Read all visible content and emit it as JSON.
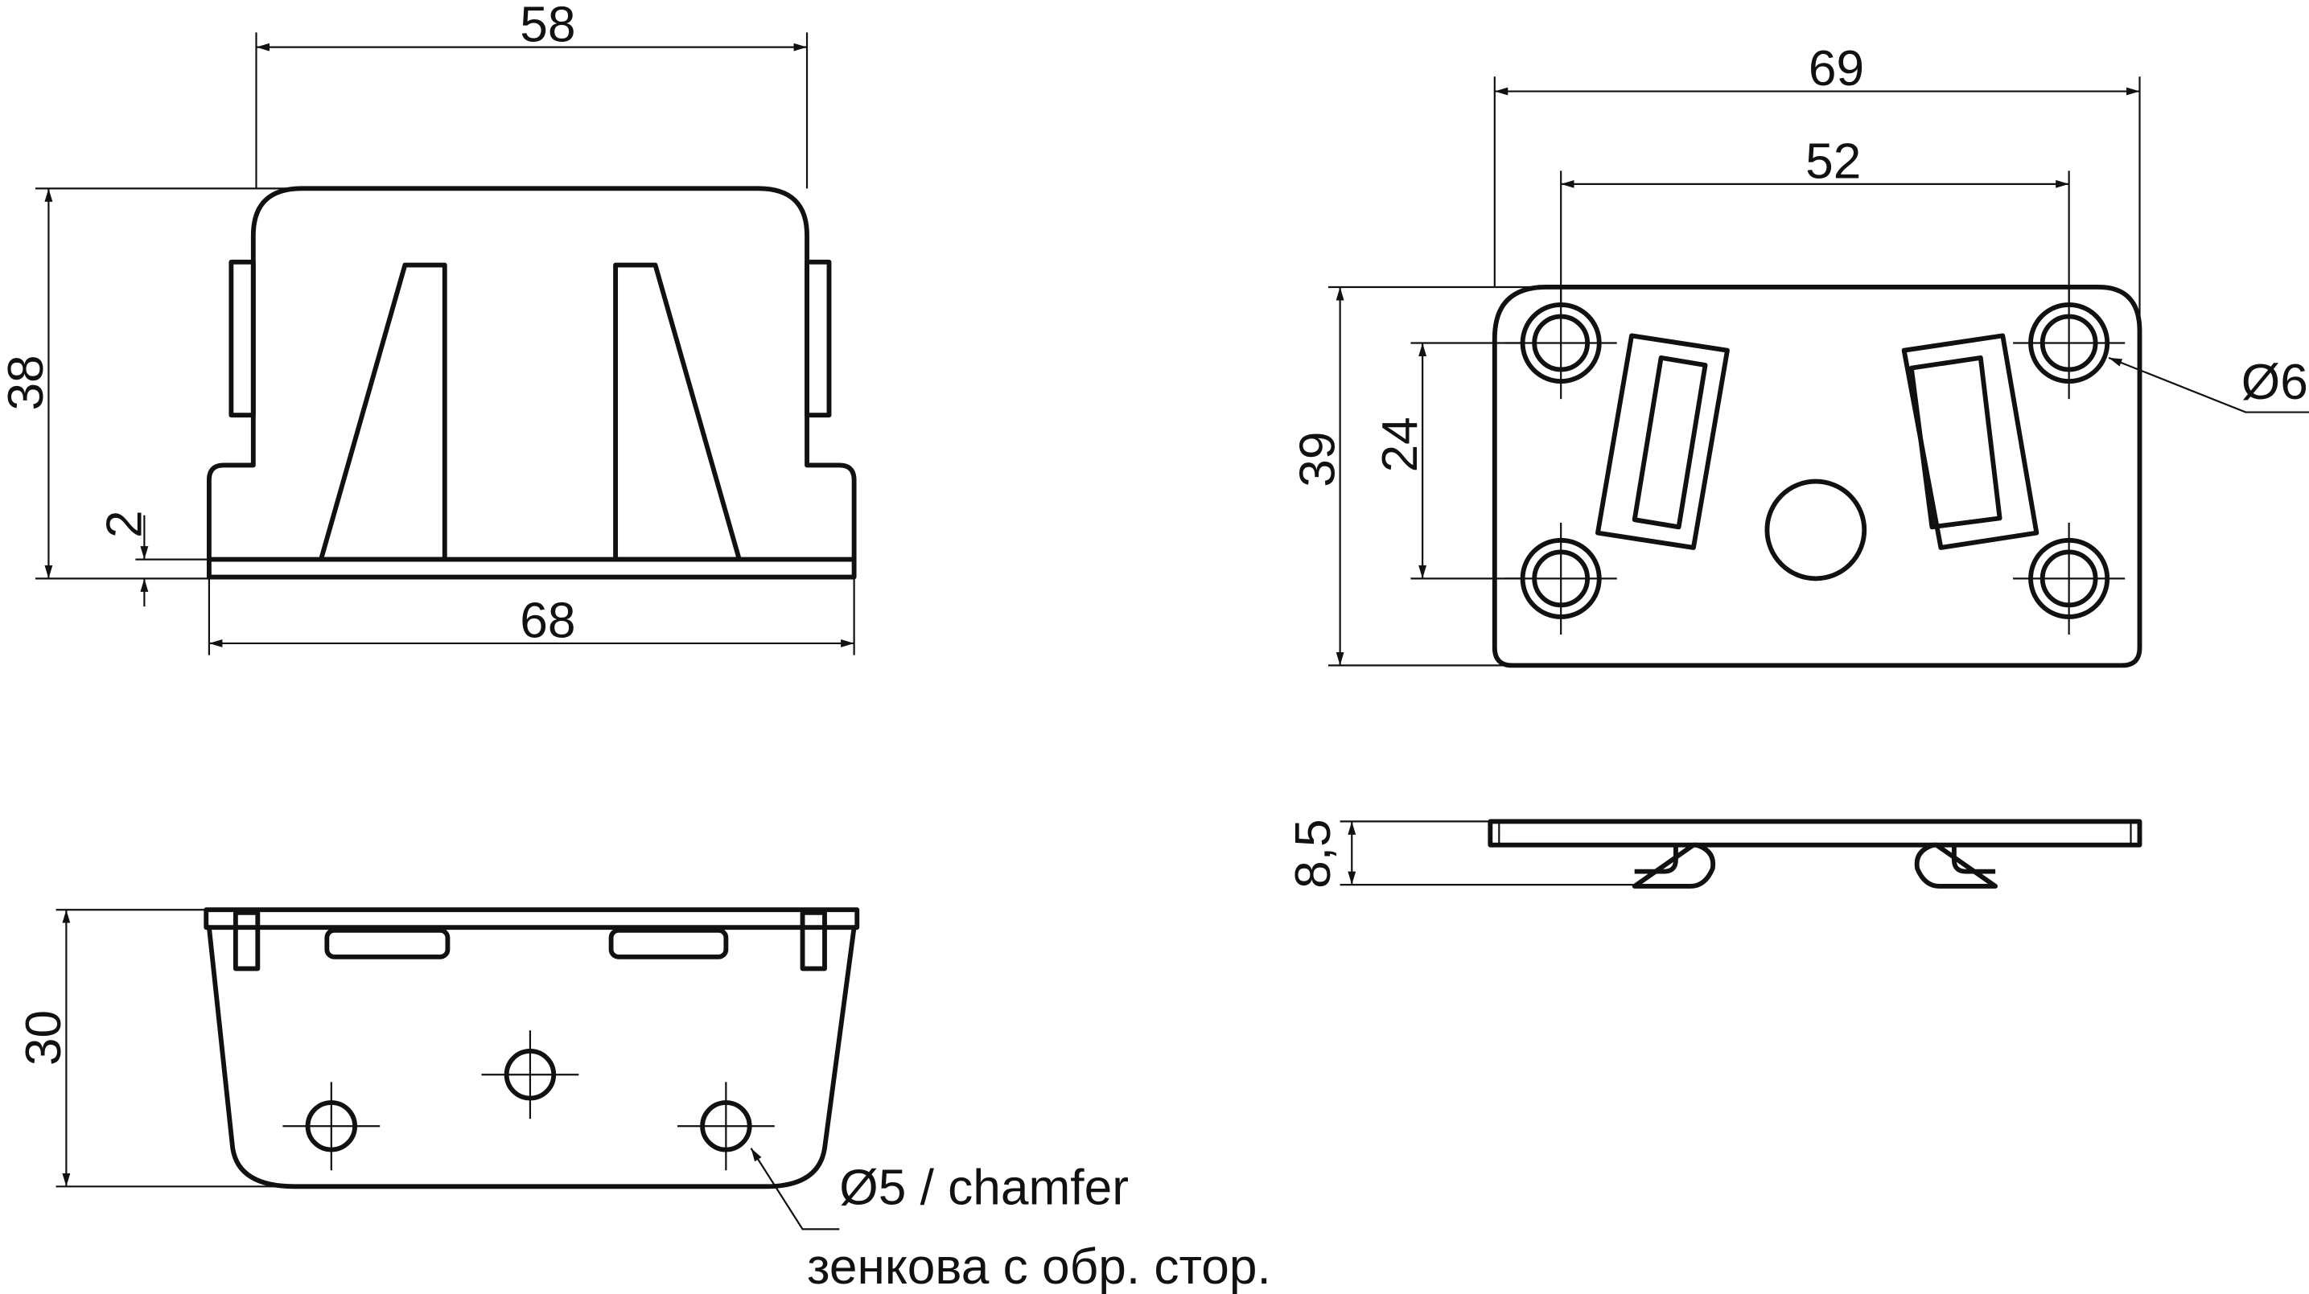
{
  "front_view": {
    "dim_width_top": "58",
    "dim_height": "38",
    "dim_base": "2",
    "dim_width_bottom": "68"
  },
  "top_view": {
    "dim_width_outer": "69",
    "dim_hole_spacing_x": "52",
    "dim_height": "39",
    "dim_hole_spacing_y": "24",
    "dim_hole_diameter": "Ø6"
  },
  "side_view": {
    "dim_height": "8,5"
  },
  "bottom_view": {
    "dim_height": "30",
    "note_line1": "Ø5 / chamfer",
    "note_line2": "зенкова с обр. стор."
  },
  "colors": {
    "line": "#111111",
    "background": "#ffffff"
  }
}
